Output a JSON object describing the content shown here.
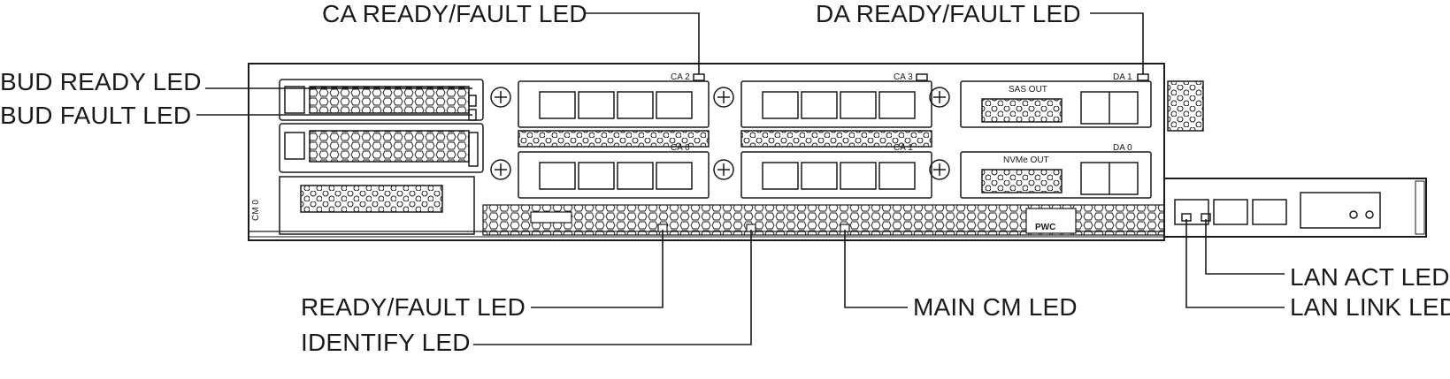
{
  "callouts": {
    "ca_ready_fault": "CA READY/FAULT LED",
    "da_ready_fault": "DA READY/FAULT LED",
    "bud_ready": "BUD READY LED",
    "bud_fault": "BUD FAULT LED",
    "ready_fault": "READY/FAULT LED",
    "identify": "IDENTIFY LED",
    "main_cm": "MAIN CM LED",
    "lan_act": "LAN ACT LED",
    "lan_link": "LAN LINK LED"
  },
  "slot_labels": {
    "ca2": "CA 2",
    "ca3": "CA 3",
    "ca0": "CA 0",
    "ca1": "CA 1",
    "da1": "DA 1",
    "da0": "DA 0",
    "da1_port": "SAS OUT",
    "da0_port": "NVMe OUT",
    "pwc": "PWC",
    "cm": "CM 0"
  },
  "colors": {
    "line": "#1a1a1a",
    "panel": "#ffffff"
  }
}
